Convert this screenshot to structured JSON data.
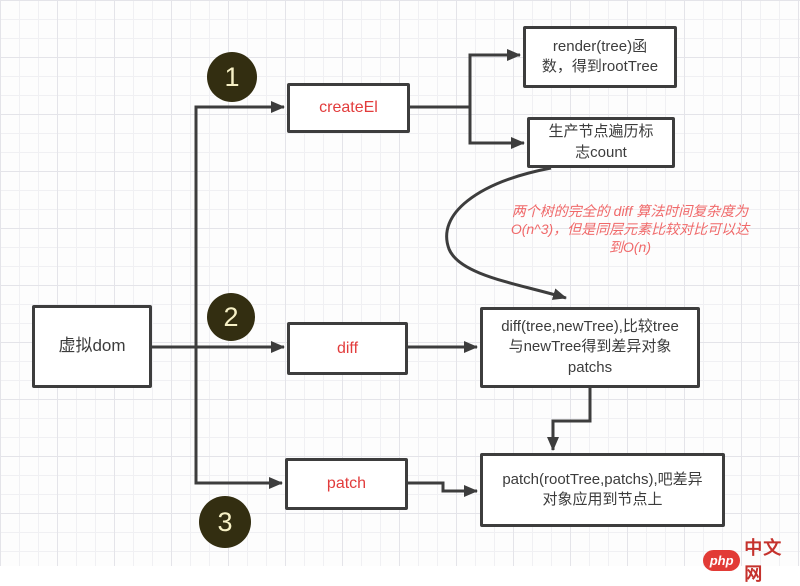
{
  "nodes": {
    "vdom": {
      "label": "虚拟dom"
    },
    "createEl": {
      "label": "createEl"
    },
    "diff": {
      "label": "diff"
    },
    "patch": {
      "label": "patch"
    },
    "render": {
      "lines": [
        "render(tree)函",
        "数，得到rootTree"
      ]
    },
    "count": {
      "lines": [
        "生产节点遍历标",
        "志count"
      ]
    },
    "diffResult": {
      "lines": [
        "diff(tree,newTree),比较tree",
        "与newTree得到差异对象",
        "patchs"
      ]
    },
    "patchResult": {
      "lines": [
        "patch(rootTree,patchs),吧差异",
        "对象应用到节点上"
      ]
    }
  },
  "badges": {
    "one": "1",
    "two": "2",
    "three": "3"
  },
  "annotation": {
    "lines": [
      "两个树的完全的 diff 算法时间复杂度为",
      "O(n^3)，但是同层元素比较对比可以达",
      "到O(n)"
    ]
  },
  "watermark": {
    "logo": "php",
    "site": "中文网"
  },
  "colors": {
    "line": "#3d3d3d",
    "accent": "#e23c3c",
    "annotation": "#f0696a",
    "badge_bg": "#332e11",
    "badge_text": "#f7f1c6",
    "wm_badge": "#e23b36",
    "wm_text": "#c5322d"
  }
}
